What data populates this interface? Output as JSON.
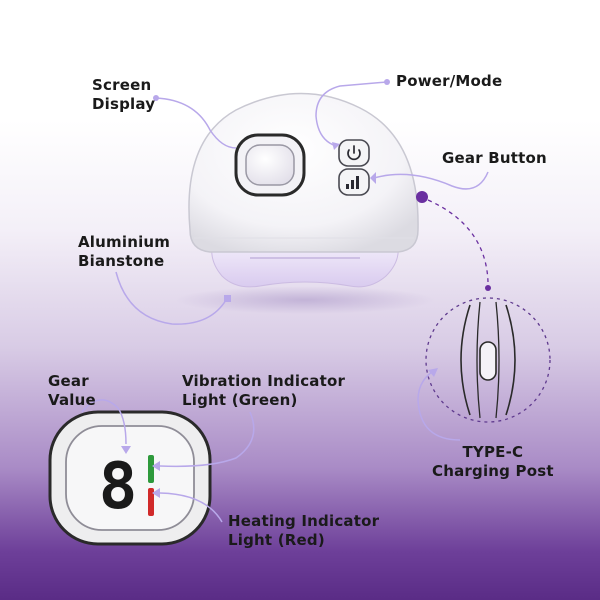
{
  "labels": {
    "screen_display": "Screen\nDisplay",
    "power_mode": "Power/Mode",
    "gear_button": "Gear Button",
    "aluminium_bianstone": "Aluminium\nBianstone",
    "gear_value": "Gear\nValue",
    "vibration_indicator": "Vibration Indicator\nLight (Green)",
    "type_c": "TYPE-C\nCharging Post",
    "heating_indicator": "Heating Indicator\nLight (Red)"
  },
  "display": {
    "digits": "8"
  },
  "colors": {
    "leader": "#b8a8ea",
    "accent_purple": "#6a2fa0",
    "vibration_green": "#2e9a3c",
    "heating_red": "#d12a2a",
    "device_body": "#fbfbfd",
    "base_lavender": "#e4d9f4"
  },
  "icons": [
    "power-icon",
    "signal-bars-icon"
  ]
}
